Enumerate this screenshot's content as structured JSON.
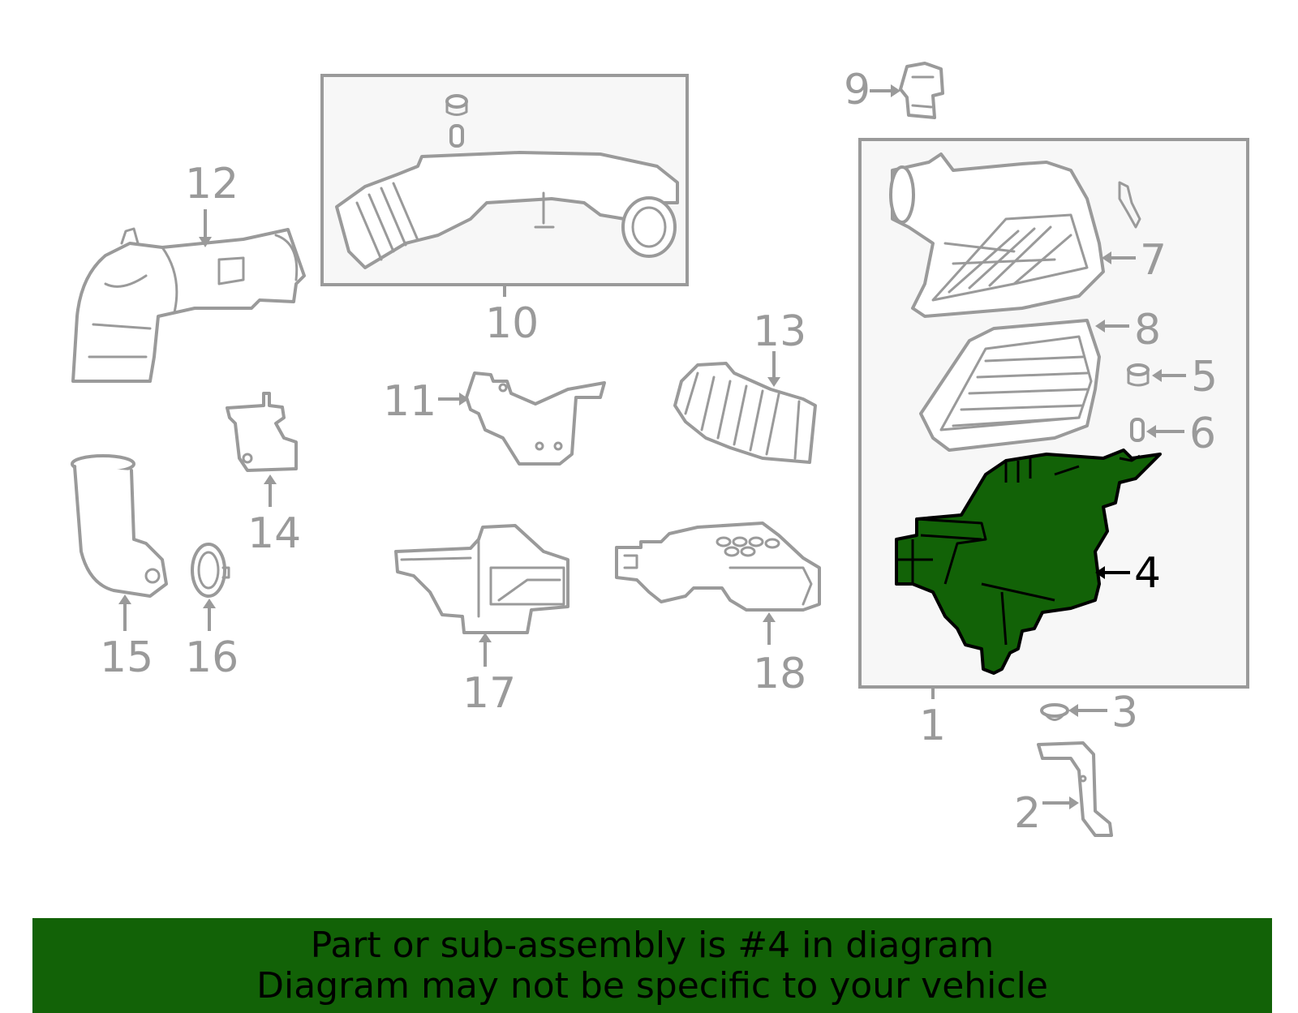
{
  "diagram": {
    "highlighted_part": "4",
    "highlight_color": "#126207",
    "line_color": "#9a9a9a",
    "callouts": [
      "1",
      "2",
      "3",
      "4",
      "5",
      "6",
      "7",
      "8",
      "9",
      "10",
      "11",
      "12",
      "13",
      "14",
      "15",
      "16",
      "17",
      "18"
    ]
  },
  "banner": {
    "line1": "Part or sub-assembly is #4 in diagram",
    "line2": "Diagram may not be specific to your vehicle",
    "background": "#126207"
  }
}
